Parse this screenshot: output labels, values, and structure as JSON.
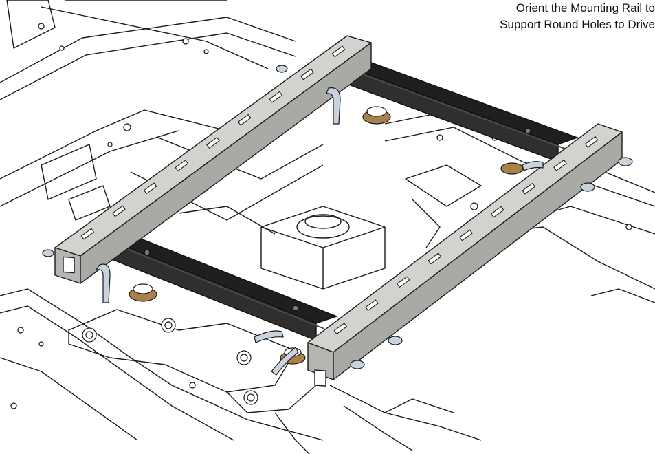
{
  "annotation": {
    "line1": "Orient the Mounting Rail to",
    "line2": "Support Round Holes to Drive"
  },
  "colors": {
    "line_art": "#1a1a1a",
    "rail_silver": "#a9aaa5",
    "rail_silver_light": "#d2d3cf",
    "crossbar_black": "#2a2a2a",
    "bolt_bronze": "#a8824a"
  },
  "parts": {
    "mounting_rails": 2,
    "support_crossbars": 2
  }
}
